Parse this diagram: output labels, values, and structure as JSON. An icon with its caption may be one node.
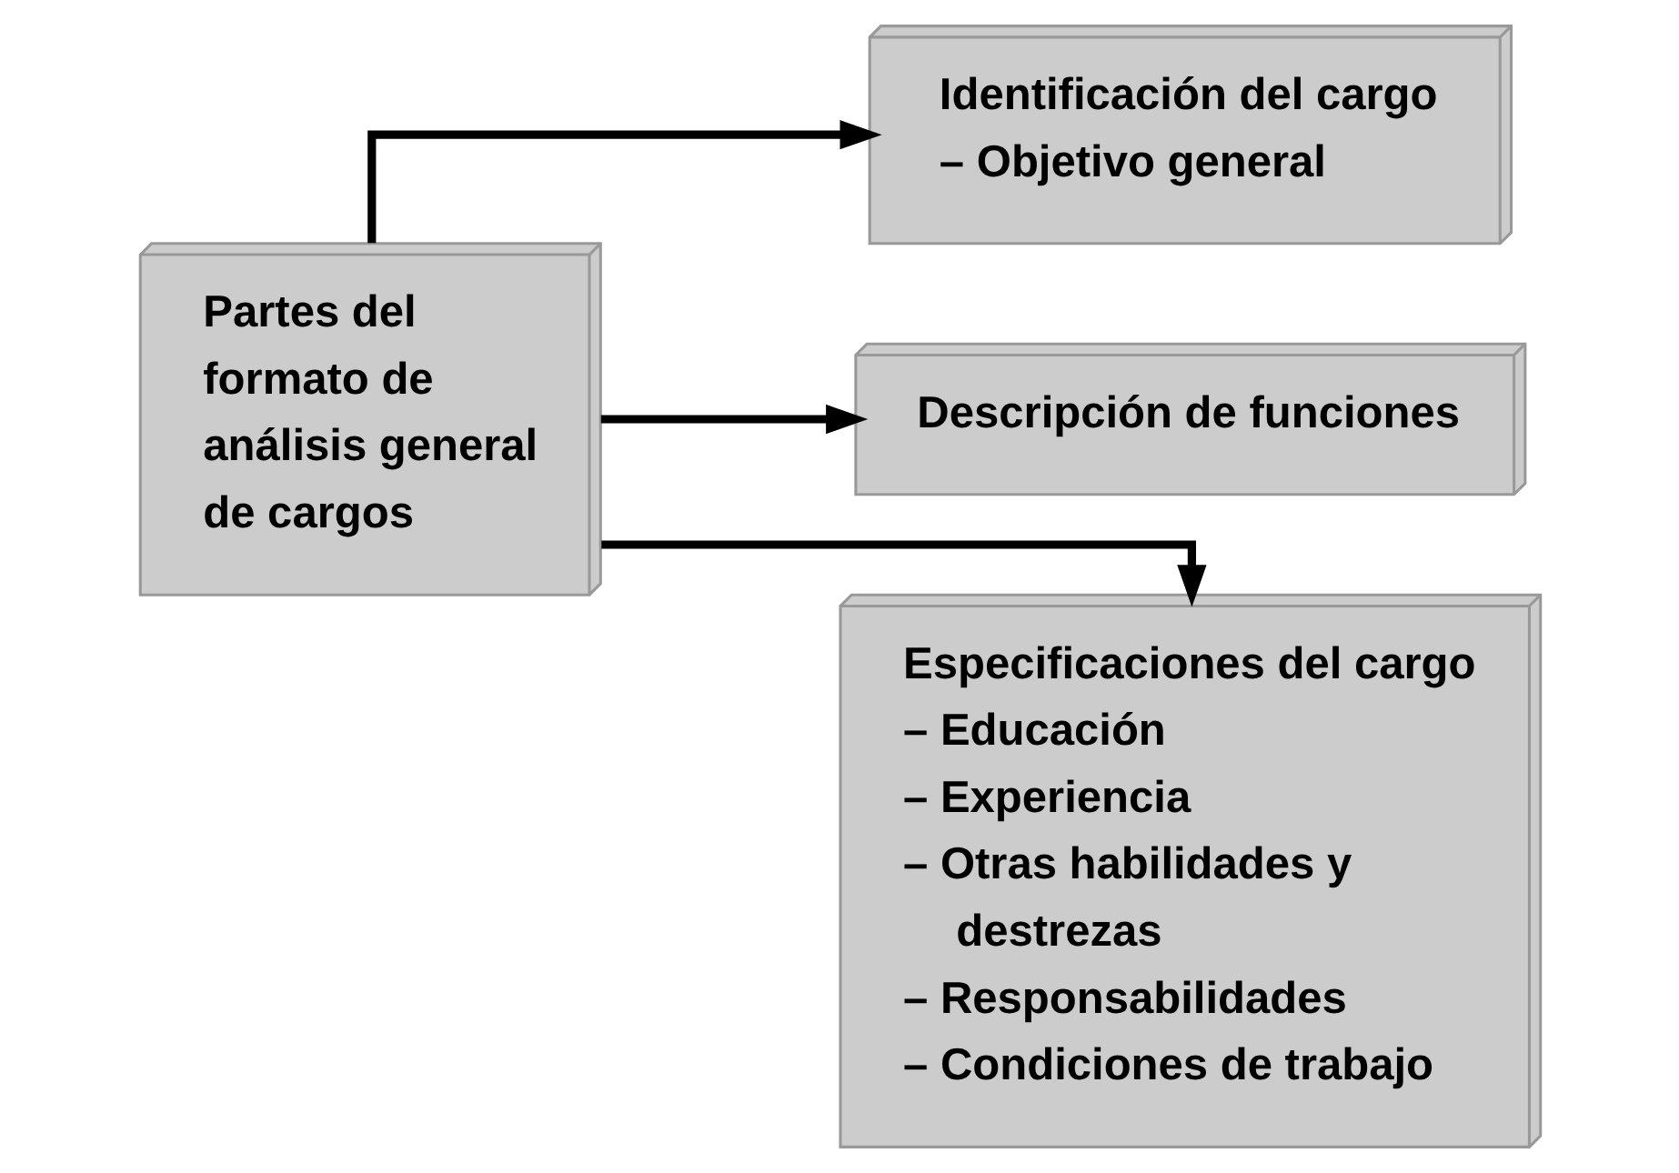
{
  "diagram": {
    "nodes": [
      {
        "text": [
          "Partes del formato de análisis general de cargos"
        ]
      },
      {
        "text": [
          "Identificación del cargo",
          "– Objetivo general"
        ]
      },
      {
        "text": [
          "Descripción de funciones"
        ]
      },
      {
        "text": [
          "Especificaciones del cargo",
          "– Educación",
          "– Experiencia",
          "– Otras habilidades y destrezas",
          "– Responsabilidades",
          "– Condiciones de trabajo"
        ]
      }
    ],
    "edges": [
      {
        "from": 0,
        "to": 1,
        "arrow": "to"
      },
      {
        "from": 0,
        "to": 2,
        "arrow": "to"
      },
      {
        "from": 0,
        "to": 3,
        "arrow": "to"
      }
    ]
  }
}
